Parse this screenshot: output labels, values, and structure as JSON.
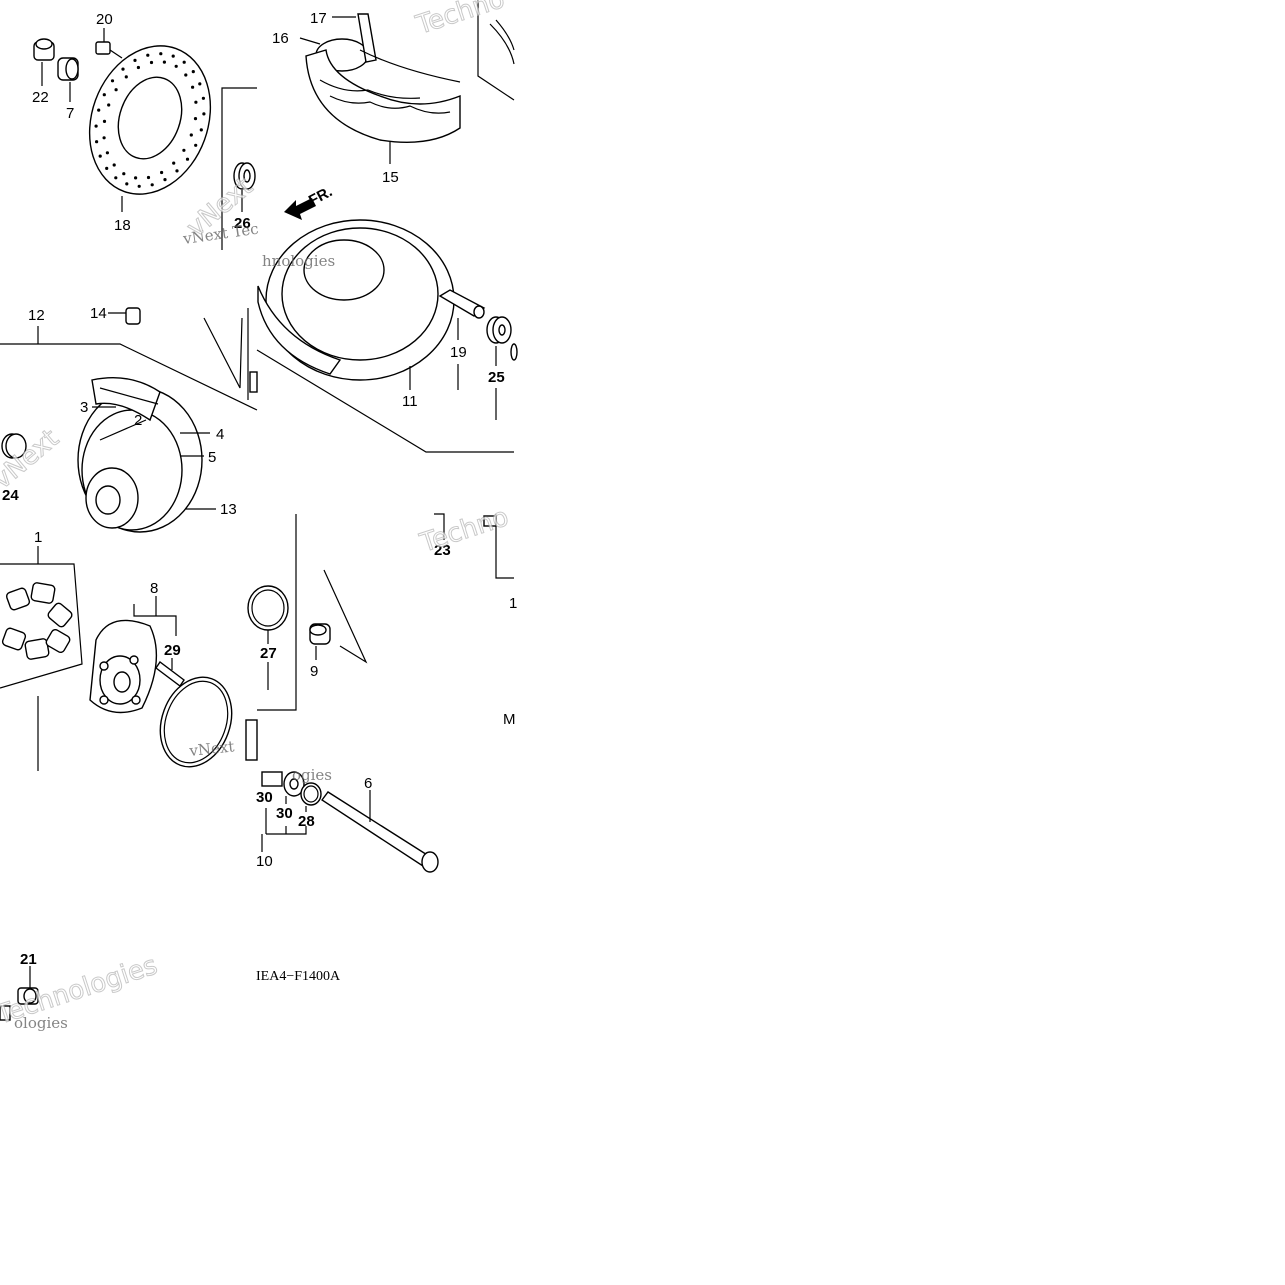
{
  "diagram": {
    "code": "IEA4−F1400A",
    "direction_label": "FR.",
    "watermarks": [
      "Techno",
      "vNext Tec",
      "Techno",
      "vNext",
      "vNext",
      "Technologies",
      "vNext",
      "ogies",
      "hnologies",
      "ologies"
    ],
    "callouts": [
      {
        "id": "c20",
        "text": "20"
      },
      {
        "id": "c22",
        "text": "22"
      },
      {
        "id": "c7",
        "text": "7"
      },
      {
        "id": "c18",
        "text": "18"
      },
      {
        "id": "c26",
        "text": "26"
      },
      {
        "id": "c17",
        "text": "17"
      },
      {
        "id": "c16",
        "text": "16"
      },
      {
        "id": "c15",
        "text": "15"
      },
      {
        "id": "c14",
        "text": "14"
      },
      {
        "id": "c12",
        "text": "12"
      },
      {
        "id": "c3",
        "text": "3"
      },
      {
        "id": "c2",
        "text": "2"
      },
      {
        "id": "c4",
        "text": "4"
      },
      {
        "id": "c5",
        "text": "5"
      },
      {
        "id": "c24",
        "text": "24"
      },
      {
        "id": "c13",
        "text": "13"
      },
      {
        "id": "c19",
        "text": "19"
      },
      {
        "id": "c25",
        "text": "25"
      },
      {
        "id": "c11",
        "text": "11"
      },
      {
        "id": "c1",
        "text": "1"
      },
      {
        "id": "c8",
        "text": "8"
      },
      {
        "id": "c29",
        "text": "29"
      },
      {
        "id": "c27",
        "text": "27"
      },
      {
        "id": "c9",
        "text": "9"
      },
      {
        "id": "c23",
        "text": "23"
      },
      {
        "id": "c30a",
        "text": "30"
      },
      {
        "id": "c30b",
        "text": "30"
      },
      {
        "id": "c28",
        "text": "28"
      },
      {
        "id": "c6",
        "text": "6"
      },
      {
        "id": "c10",
        "text": "10"
      },
      {
        "id": "c21",
        "text": "21"
      },
      {
        "id": "cM",
        "text": "M"
      },
      {
        "id": "c1b",
        "text": "1"
      }
    ]
  }
}
